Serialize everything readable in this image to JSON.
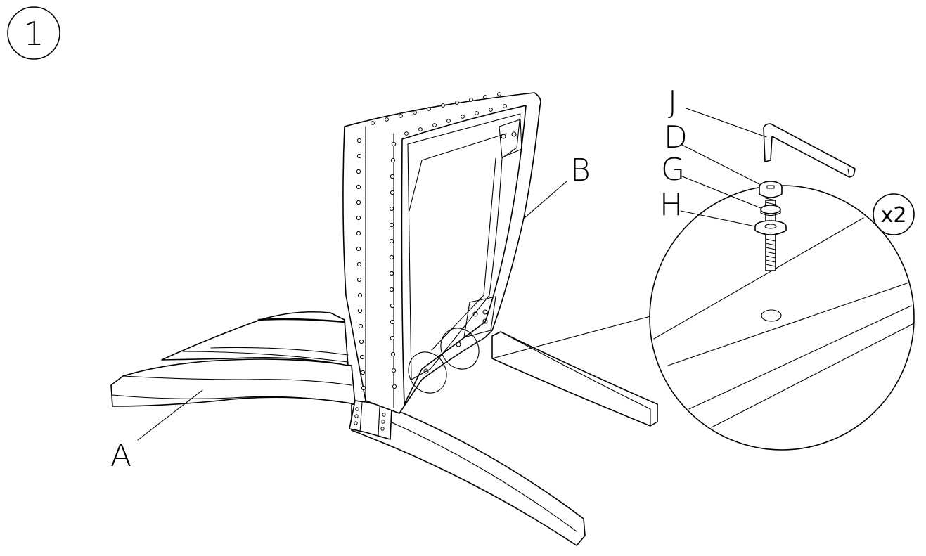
{
  "step": {
    "number": "1"
  },
  "labels": {
    "a": "A",
    "b": "B",
    "j": "J",
    "d": "D",
    "g": "G",
    "h": "H"
  },
  "quantity": "x2"
}
